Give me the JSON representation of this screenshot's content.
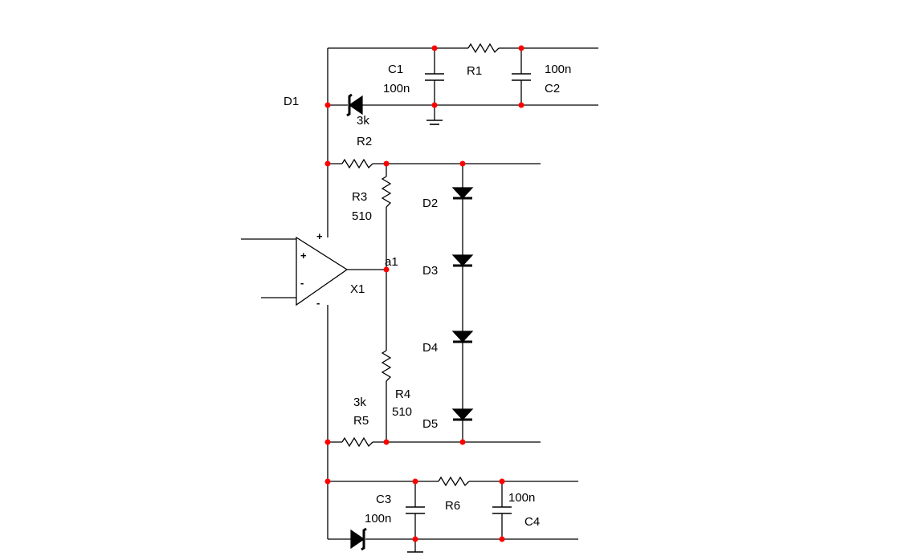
{
  "labels": {
    "D1": "D1",
    "R2": "R2",
    "R2_value": "3k",
    "C1": "C1",
    "C1_value": "100n",
    "R1": "R1",
    "C2": "C2",
    "C2_value": "100n",
    "R3": "R3",
    "R3_value": "510",
    "a1": "a1",
    "X1": "X1",
    "R4": "R4",
    "R4_value": "510",
    "R5": "R5",
    "R5_value": "3k",
    "D2": "D2",
    "D3": "D3",
    "D4": "D4",
    "D5": "D5",
    "C3": "C3",
    "C3_value": "100n",
    "R6": "R6",
    "C4": "C4",
    "C4_value": "100n"
  },
  "opamp": {
    "plus_input": "+",
    "minus_input": "-",
    "plus_supply": "+",
    "minus_supply": "-"
  },
  "colors": {
    "wire": "#000000",
    "node": "#ff0000",
    "background": "#ffffff"
  }
}
